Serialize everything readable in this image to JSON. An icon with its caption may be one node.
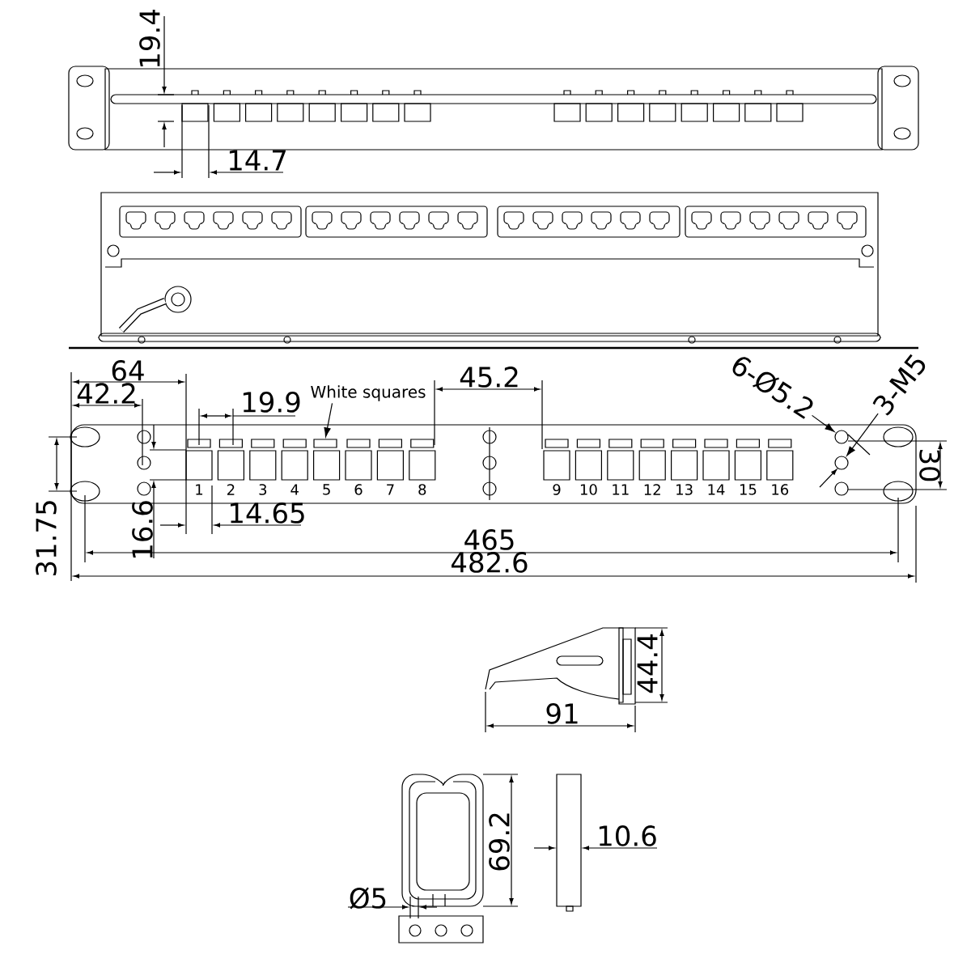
{
  "diagram": {
    "nodes": [
      {
        "text": [
          "White squares"
        ]
      },
      {
        "text": [],
        "shape": "box"
      },
      {
        "text": [
          "6-Ø5.2"
        ]
      },
      {
        "text": [],
        "shape": "circle"
      },
      {
        "text": [
          "3-M5"
        ]
      },
      {
        "text": [],
        "shape": "circle"
      }
    ],
    "edges": [
      {
        "from": 0,
        "to": 1,
        "arrow": "to"
      },
      {
        "from": 2,
        "to": 3,
        "arrow": "to"
      },
      {
        "from": 4,
        "to": 5,
        "arrow": "to"
      }
    ],
    "labels": [
      "19.4",
      "14.7",
      "64",
      "42.2",
      "19.9",
      "45.2",
      "30",
      "1",
      "2",
      "3",
      "4",
      "5",
      "6",
      "7",
      "8",
      "9",
      "10",
      "11",
      "12",
      "13",
      "14",
      "15",
      "16",
      "14.65",
      "16.6",
      "31.75",
      "465",
      "482.6",
      "44.4",
      "91",
      "69.2",
      "10.6",
      "Ø5"
    ]
  }
}
